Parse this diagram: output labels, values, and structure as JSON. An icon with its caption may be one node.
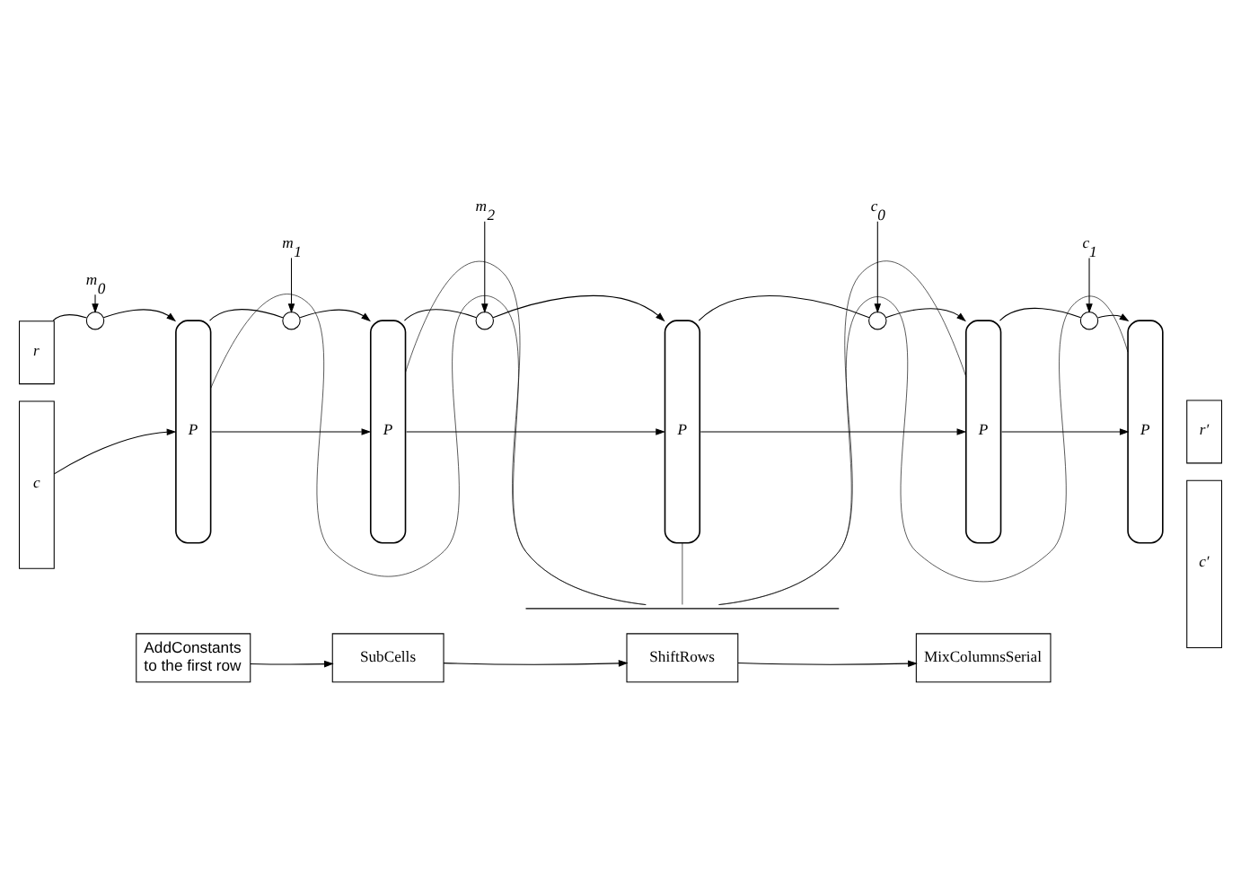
{
  "diagram": {
    "nodes": [
      {
        "text": [
          "r"
        ]
      },
      {
        "text": [
          "c"
        ]
      },
      {
        "text": [
          "m$_{0}$"
        ]
      },
      {
        "text": [],
        "shape": "circle"
      },
      {
        "text": [
          "P"
        ]
      },
      {
        "text": [
          "m$_{1}$"
        ]
      },
      {
        "text": [],
        "shape": "circle"
      },
      {
        "text": [
          "P"
        ]
      },
      {
        "text": [
          "m$_{2}$"
        ]
      },
      {
        "text": [],
        "shape": "circle"
      },
      {
        "text": [
          "P"
        ]
      },
      {
        "text": [
          "c$_{0}$"
        ]
      },
      {
        "text": [],
        "shape": "circle"
      },
      {
        "text": [
          "P"
        ]
      },
      {
        "text": [
          "c$_{1}$"
        ]
      },
      {
        "text": [],
        "shape": "circle"
      },
      {
        "text": [
          "P"
        ]
      },
      {
        "text": [
          "r′"
        ]
      },
      {
        "text": [
          "c′"
        ]
      },
      {
        "text": [],
        "shape": "bracket"
      },
      {
        "text": [
          "AddConstants to the first row"
        ]
      },
      {
        "text": [
          "SubCells"
        ]
      },
      {
        "text": [
          "ShiftRows"
        ]
      },
      {
        "text": [
          "MixColumnsSerial"
        ]
      }
    ],
    "edges": [
      {
        "from": 0,
        "to": 3,
        "arrow": "none"
      },
      {
        "from": 2,
        "to": 3,
        "arrow": "to"
      },
      {
        "from": 3,
        "to": 4,
        "arrow": "to"
      },
      {
        "from": 1,
        "to": 4,
        "arrow": "to"
      },
      {
        "from": 4,
        "to": 6,
        "arrow": "none"
      },
      {
        "from": 5,
        "to": 6,
        "arrow": "to"
      },
      {
        "from": 6,
        "to": 7,
        "arrow": "to"
      },
      {
        "from": 4,
        "to": 7,
        "arrow": "to"
      },
      {
        "from": 7,
        "to": 9,
        "arrow": "none"
      },
      {
        "from": 8,
        "to": 9,
        "arrow": "to"
      },
      {
        "from": 9,
        "to": 10,
        "arrow": "to"
      },
      {
        "from": 7,
        "to": 10,
        "arrow": "to"
      },
      {
        "from": 10,
        "to": 12,
        "arrow": "none"
      },
      {
        "from": 11,
        "to": 12,
        "arrow": "to"
      },
      {
        "from": 12,
        "to": 13,
        "arrow": "to"
      },
      {
        "from": 10,
        "to": 13,
        "arrow": "to"
      },
      {
        "from": 13,
        "to": 15,
        "arrow": "none"
      },
      {
        "from": 14,
        "to": 15,
        "arrow": "to"
      },
      {
        "from": 15,
        "to": 16,
        "arrow": "to"
      },
      {
        "from": 13,
        "to": 16,
        "arrow": "to"
      },
      {
        "from": 4,
        "to": 19,
        "arrow": "none"
      },
      {
        "from": 7,
        "to": 19,
        "arrow": "none"
      },
      {
        "from": 10,
        "to": 19,
        "arrow": "none"
      },
      {
        "from": 13,
        "to": 19,
        "arrow": "none"
      },
      {
        "from": 16,
        "to": 19,
        "arrow": "none"
      },
      {
        "from": 20,
        "to": 21,
        "arrow": "to"
      },
      {
        "from": 21,
        "to": 22,
        "arrow": "to"
      },
      {
        "from": 22,
        "to": 23,
        "arrow": "to"
      }
    ]
  }
}
